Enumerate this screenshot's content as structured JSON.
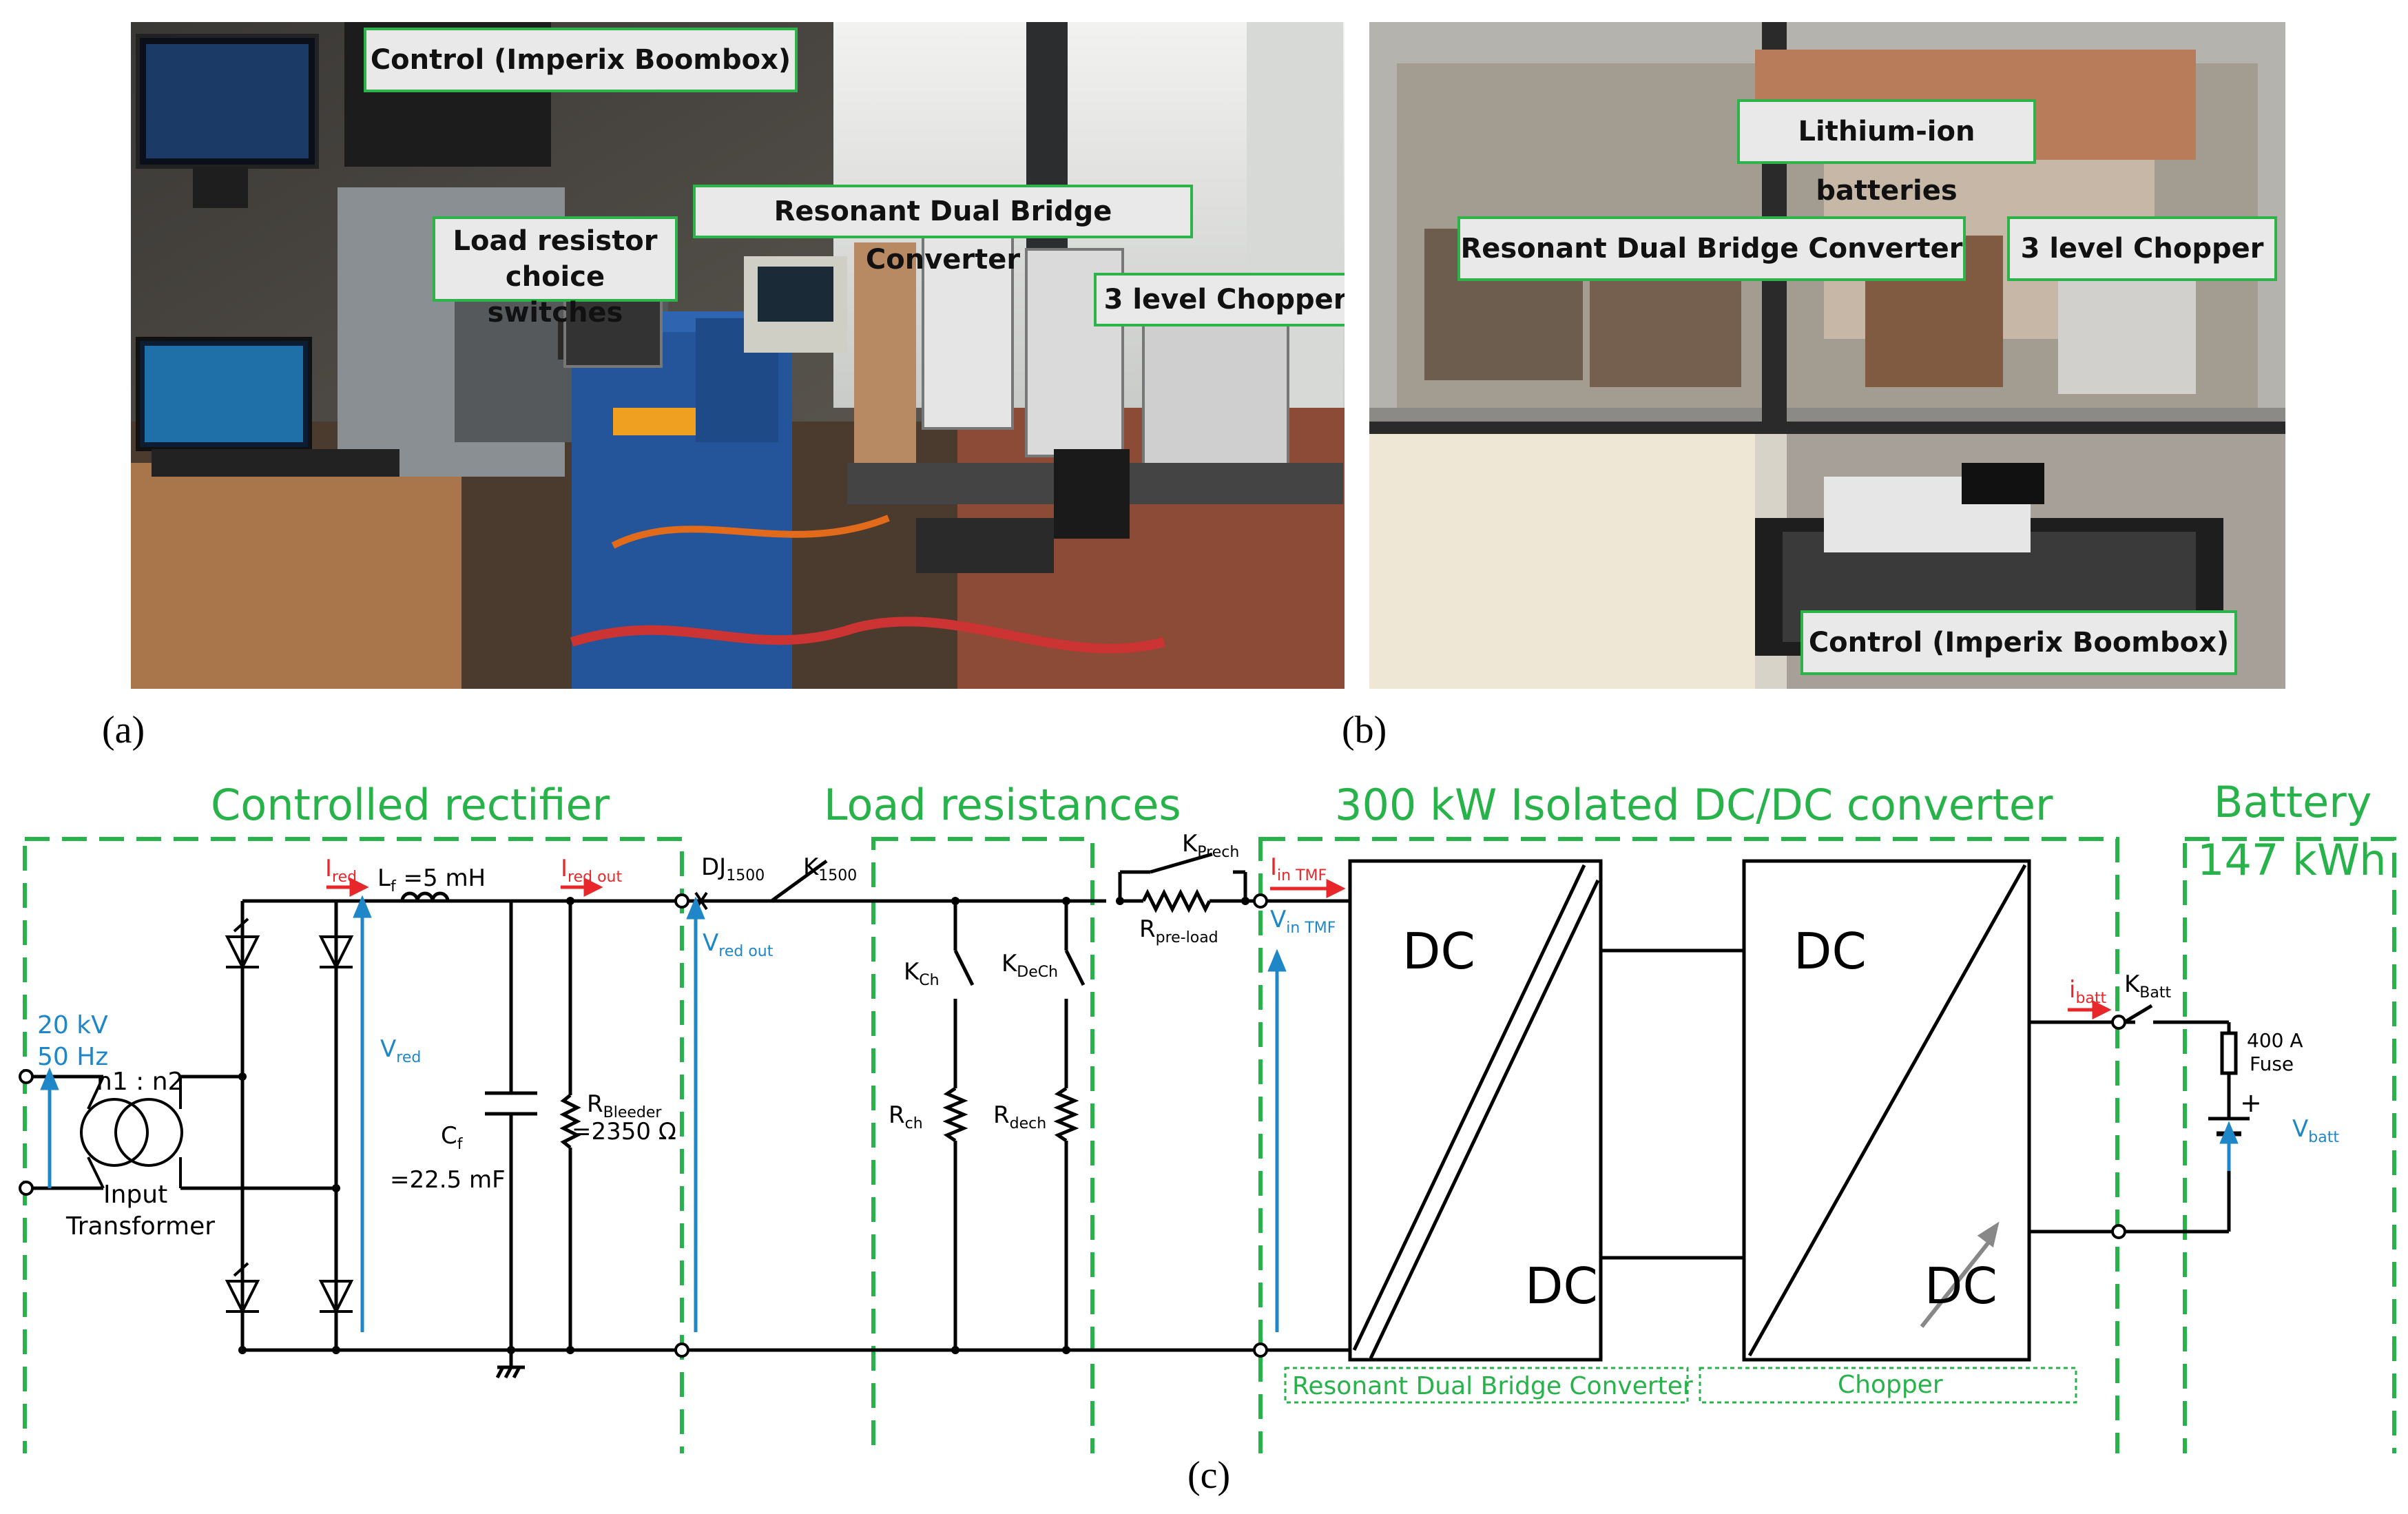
{
  "panel_a": {
    "label": "(a)",
    "callouts": {
      "control": "Control (Imperix Boombox)",
      "load_resistor": [
        "Load resistor",
        "choice switches"
      ],
      "rdbc": "Resonant Dual Bridge Converter",
      "chopper": "3 level Chopper"
    }
  },
  "panel_b": {
    "label": "(b)",
    "callouts": {
      "batteries": "Lithium-ion batteries",
      "rdbc": "Resonant Dual Bridge Converter",
      "chopper": "3 level Chopper",
      "control": "Control (Imperix Boombox)"
    }
  },
  "panel_c": {
    "label": "(c)",
    "section_titles": {
      "rectifier": "Controlled rectifier",
      "load": "Load resistances",
      "converter": "300 kW Isolated DC/DC converter",
      "battery": "Battery",
      "battery_capacity": "147 kWh"
    },
    "subsection_labels": {
      "rdbc": "Resonant Dual Bridge Converter",
      "chopper": "Chopper"
    },
    "source": {
      "voltage": "20 kV",
      "frequency": "50 Hz"
    },
    "transformer": {
      "ratio": "n1 : n2",
      "label_line1": "Input",
      "label_line2": "Transformer"
    },
    "inductor": {
      "label": "L",
      "sub": "f",
      "value": " =5 mH"
    },
    "capacitor": {
      "label": "C",
      "sub": "f",
      "value": "=22.5 mF"
    },
    "bleeder": {
      "label": "R",
      "sub": "Bleeder",
      "value": "=2350 Ω"
    },
    "currents": {
      "i_red": {
        "label": "I",
        "sub": "red"
      },
      "i_red_out": {
        "label": "I",
        "sub": "red out"
      },
      "i_in_tmf": {
        "label": "I",
        "sub": "in TMF"
      },
      "i_batt": {
        "label": "i",
        "sub": "batt"
      }
    },
    "voltages": {
      "v_red": {
        "label": "V",
        "sub": "red"
      },
      "v_red_out": {
        "label": "V",
        "sub": "red out"
      },
      "v_in_tmf": {
        "label": "V",
        "sub": "in TMF"
      },
      "v_batt": {
        "label": "V",
        "sub": "batt"
      }
    },
    "switches": {
      "dj1500": {
        "label": "DJ",
        "sub": "1500"
      },
      "k1500": {
        "label": "K",
        "sub": "1500"
      },
      "kch": {
        "label": "K",
        "sub": "Ch"
      },
      "kdech": {
        "label": "K",
        "sub": "DeCh"
      },
      "kprech": {
        "label": "K",
        "sub": "Prech"
      },
      "kbatt": {
        "label": "K",
        "sub": "Batt"
      }
    },
    "resistors": {
      "rch": {
        "label": "R",
        "sub": "ch"
      },
      "rdech": {
        "label": "R",
        "sub": "dech"
      },
      "rpreload": {
        "label": "R",
        "sub": "pre-load"
      }
    },
    "converter_blocks": {
      "dc": "DC"
    },
    "fuse": {
      "line1": "400 A",
      "line2": "Fuse"
    },
    "battery_sign": "+"
  },
  "colors": {
    "accent_green": "#27b24a",
    "current_red": "#e8272a",
    "voltage_blue": "#1f86c8"
  }
}
